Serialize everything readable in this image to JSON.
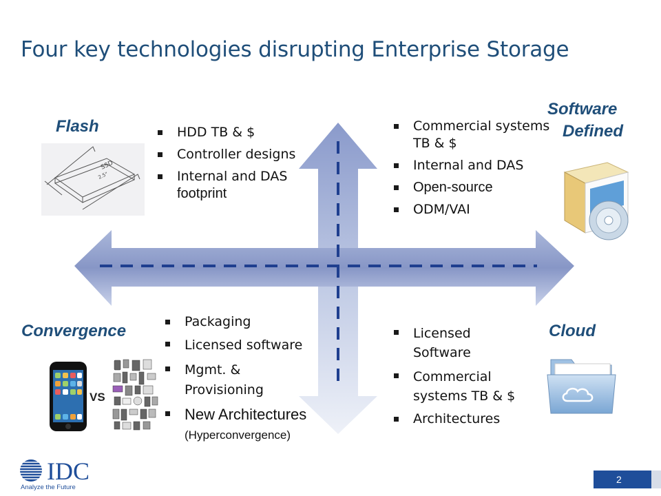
{
  "slide": {
    "title": "Four key technologies disrupting Enterprise Storage",
    "page_number": "2"
  },
  "quadrants": {
    "flash": {
      "label": "Flash",
      "bullets": [
        "HDD TB & $",
        "Controller designs",
        "Internal and DAS",
        "footprint"
      ]
    },
    "software_defined": {
      "label_line1": "Software",
      "label_line2": "Defined",
      "bullets": [
        "Commercial systems TB & $",
        "Internal and DAS",
        "Open-source",
        "ODM/VAI"
      ]
    },
    "convergence": {
      "label": "Convergence",
      "vs": "VS",
      "bullets": [
        "Packaging",
        "Licensed software",
        "Mgmt. & Provisioning",
        "New Architectures",
        "(Hyperconvergence)"
      ]
    },
    "cloud": {
      "label": "Cloud",
      "bullets": [
        "Licensed Software",
        "Commercial systems TB & $",
        "Architectures"
      ]
    }
  },
  "illustrations": {
    "ssd_label": "SSD",
    "ssd_label2": "2.5\""
  },
  "logo": {
    "name": "IDC",
    "tagline": "Analyze the Future"
  },
  "colors": {
    "title": "#1f4e79",
    "arrow_light": "#e8ecf6",
    "arrow_dark": "#8797c4",
    "dash": "#1f3f8f",
    "page_badge": "#1f4e9a"
  }
}
